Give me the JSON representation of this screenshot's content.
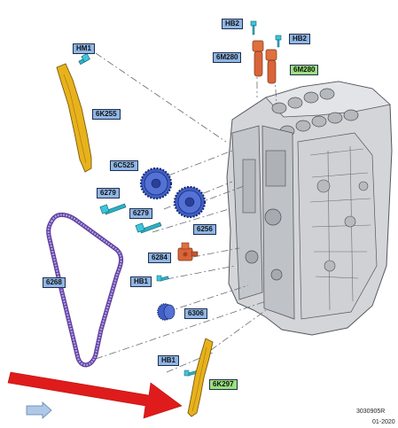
{
  "callouts": {
    "hm1": "HM1",
    "hb2_a": "HB2",
    "hb2_b": "HB2",
    "m6m280_a": "6M280",
    "m6m280_b": "6M280",
    "k6k255": "6K255",
    "c6c525": "6C525",
    "p6279_a": "6279",
    "p6279_b": "6279",
    "p6256": "6256",
    "p6284": "6284",
    "hb1_a": "HB1",
    "p6268": "6268",
    "p6306": "6306",
    "hb1_b": "HB1",
    "k6k297": "6K297"
  },
  "footer": {
    "doc_number": "3030905R",
    "date": "01-2020"
  },
  "colors": {
    "callout_blue": "#8fb6e6",
    "callout_green": "#9be07d",
    "guide_yellow": "#e7b21c",
    "sprocket_blue": "#3f5fc8",
    "chain_purple": "#9a7ad6",
    "tensioner_orange": "#d9643a",
    "arrow_red": "#e01b1b",
    "engine_gray": "#c9cbcf"
  }
}
